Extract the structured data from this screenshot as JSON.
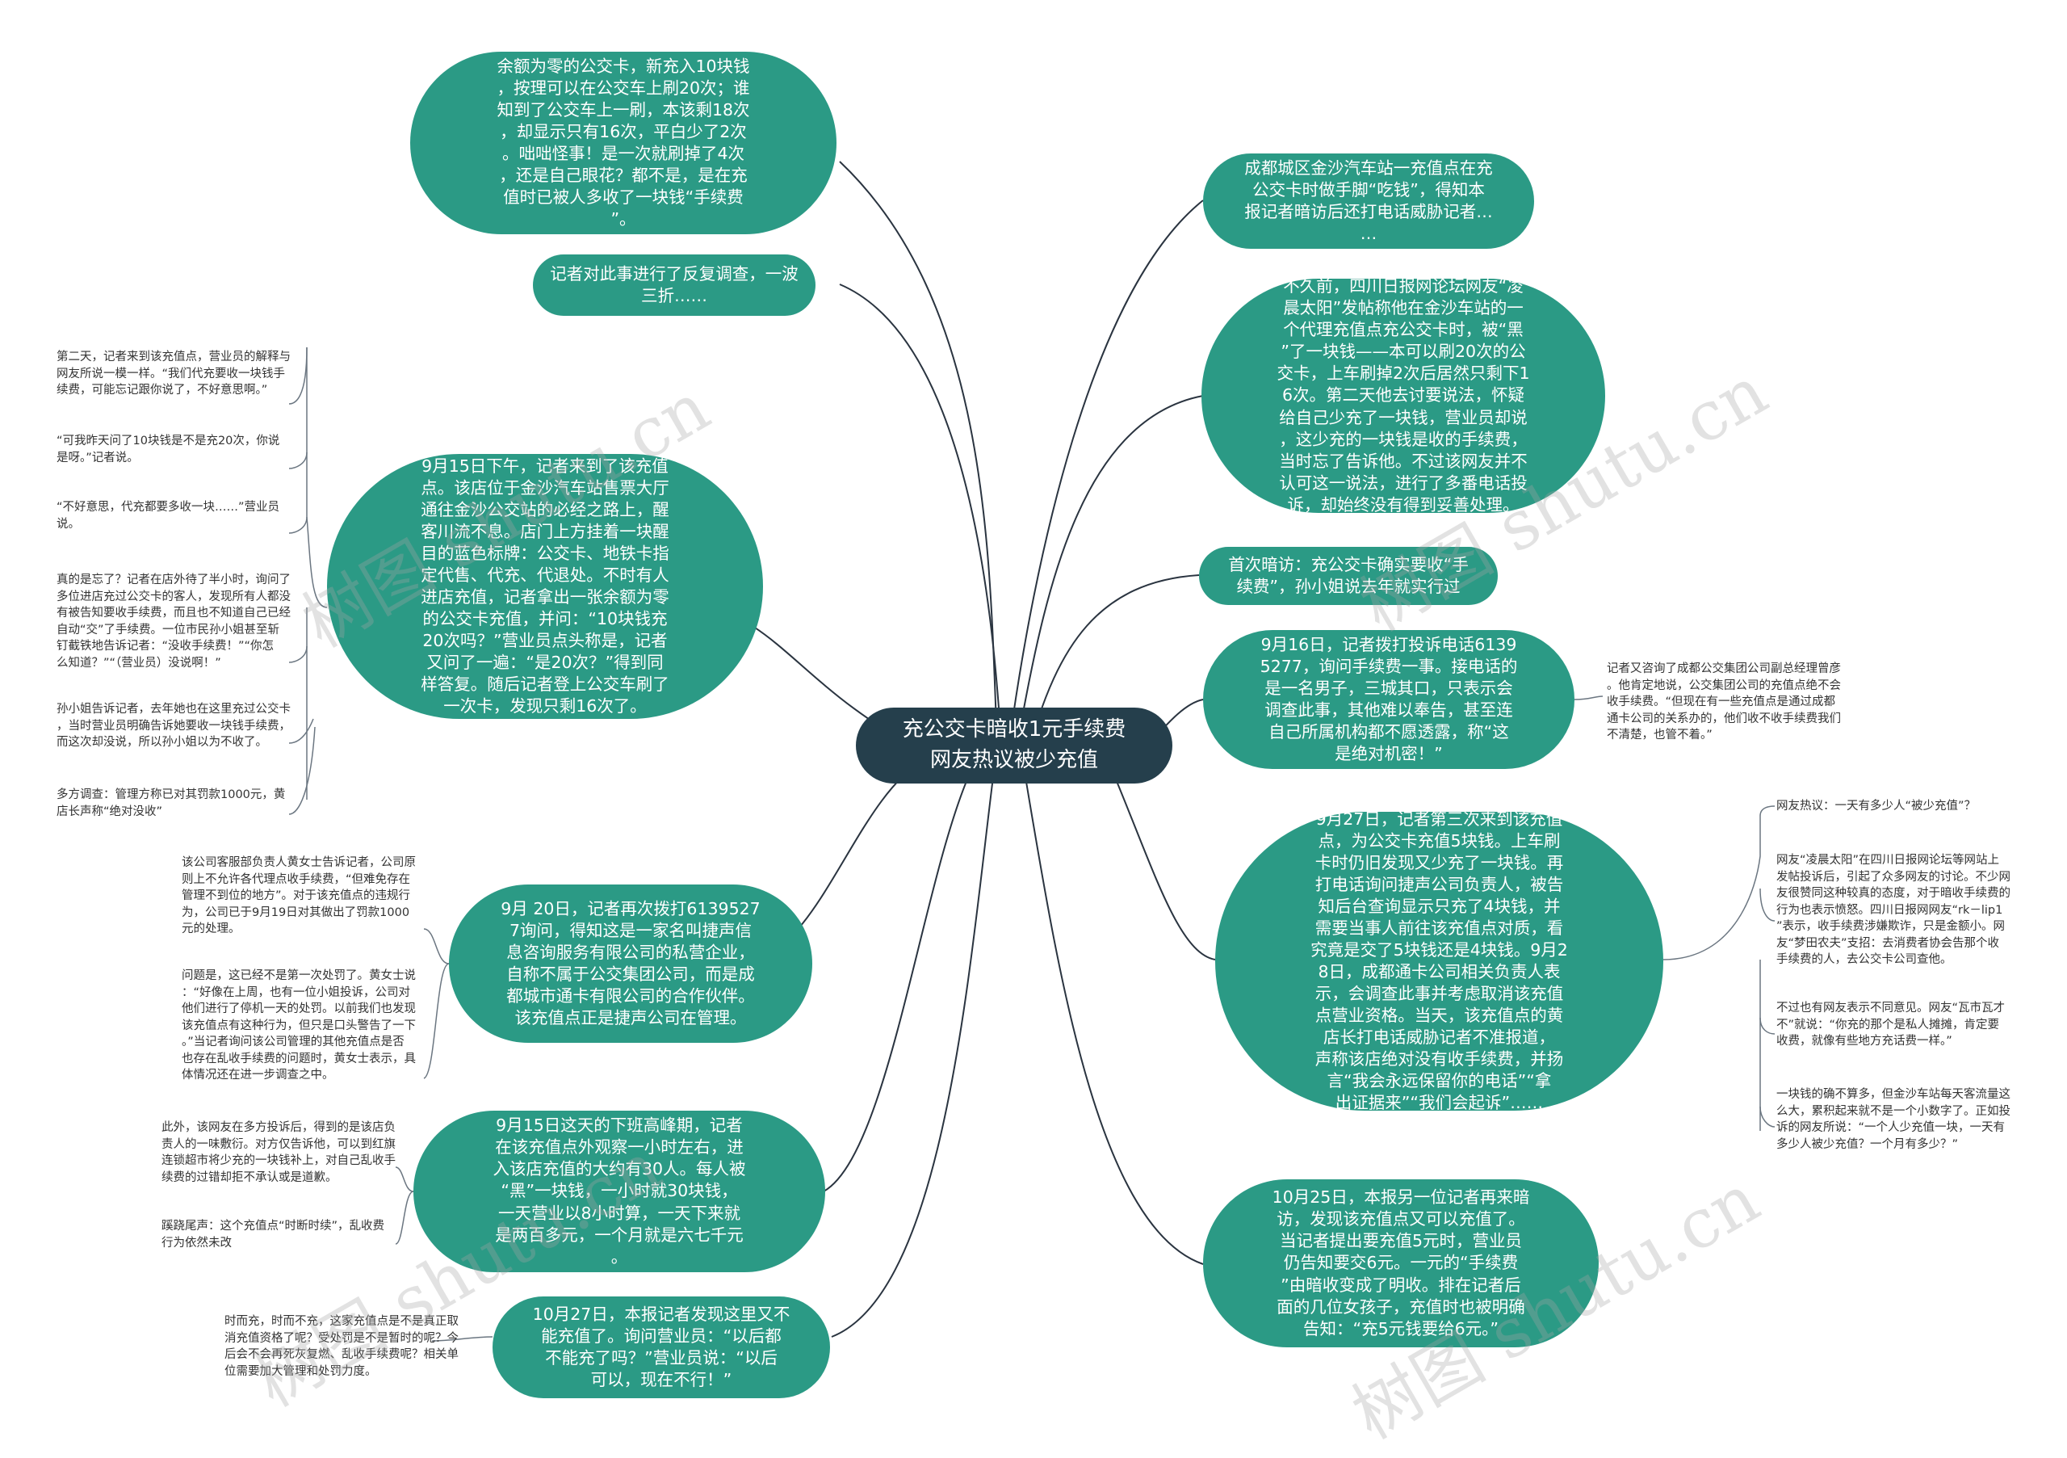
{
  "center": {
    "title": "充公交卡暗收1元手续费\n网友热议被少充值"
  },
  "watermark": "树图 shutu.cn",
  "nodes": {
    "n1": "余额为零的公交卡，新充入10块钱\n，按理可以在公交车上刷20次；谁\n知到了公交车上一刷，本该剩18次\n，却显示只有16次，平白少了2次\n。咄咄怪事！是一次就刷掉了4次\n，还是自己眼花？都不是，是在充\n值时已被人多收了一块钱“手续费\n”。",
    "n2": "记者对此事进行了反复调查，一波\n三折……",
    "n3": "9月15日下午，记者来到了该充值\n点。该店位于金沙汽车站售票大厅\n通往金沙公交站的必经之路上，醒\n客川流不息。店门上方挂着一块醒\n目的蓝色标牌：公交卡、地铁卡指\n定代售、代充、代退处。不时有人\n进店充值，记者拿出一张余额为零\n的公交卡充值，并问：“10块钱充\n20次吗？”营业员点头称是，记者\n又问了一遍：“是20次？”得到同\n样答复。随后记者登上公交车刷了\n一次卡，发现只剩16次了。",
    "n4": "9月 20日，记者再次拨打6139527\n7询问，得知这是一家名叫捷声信\n息咨询服务有限公司的私营企业，\n自称不属于公交集团公司，而是成\n都城市通卡有限公司的合作伙伴。\n该充值点正是捷声公司在管理。",
    "n5": "9月15日这天的下班高峰期，记者\n在该充值点外观察一小时左右，进\n入该店充值的大约有30人。每人被\n“黑”一块钱，一小时就30块钱，\n一天营业以8小时算，一天下来就\n是两百多元，一个月就是六七千元\n。",
    "n6": "10月27日，本报记者发现这里又不\n能充值了。询问营业员：“以后都\n不能充了吗？”营业员说：“以后\n可以，现在不行！”",
    "n7": "成都城区金沙汽车站一充值点在充\n公交卡时做手脚“吃钱”，得知本\n报记者暗访后还打电话威胁记者…\n…",
    "n8": "不久前，四川日报网论坛网友“凌\n晨太阳”发帖称他在金沙车站的一\n个代理充值点充公交卡时，被“黑\n”了一块钱——本可以刷20次的公\n交卡，上车刷掉2次后居然只剩下1\n6次。第二天他去讨要说法，怀疑\n给自己少充了一块钱，营业员却说\n，这少充的一块钱是收的手续费，\n当时忘了告诉他。不过该网友并不\n认可这一说法，进行了多番电话投\n诉，却始终没有得到妥善处理。",
    "n9": "首次暗访：充公交卡确实要收“手\n续费”，孙小姐说去年就实行过",
    "n10": "9月16日，记者拨打投诉电话6139\n5277，询问手续费一事。接电话的\n是一名男子，三城其口，只表示会\n调查此事，其他难以奉告，甚至连\n自己所属机构都不愿透露，称“这\n是绝对机密！”",
    "n11": "9月27日，记者第三次来到该充值\n点，为公交卡充值5块钱。上车刷\n卡时仍旧发现又少充了一块钱。再\n打电话询问捷声公司负责人，被告\n知后台查询显示只充了4块钱，并\n需要当事人前往该充值点对质，看\n究竟是交了5块钱还是4块钱。9月2\n8日，成都通卡公司相关负责人表\n示，会调查此事并考虑取消该充值\n点营业资格。当天，该充值点的黄\n店长打电话威胁记者不准报道，\n声称该店绝对没有收手续费，并扬\n言“我会永远保留你的电话”“拿\n出证据来”“我们会起诉”……",
    "n12": "10月25日，本报另一位记者再来暗\n访，发现该充值点又可以充值了。\n当记者提出要充值5元时，营业员\n仍告知要交6元。一元的“手续费\n”由暗收变成了明收。排在记者后\n面的几位女孩子，充值时也被明确\n告知：“充5元钱要给6元。”"
  },
  "leaves": {
    "l1": "第二天，记者来到该充值点，营业员的解释与\n网友所说一模一样。“我们代充要收一块钱手\n续费，可能忘记跟你说了，不好意思啊。”",
    "l2": "“可我昨天问了10块钱是不是充20次，你说\n是呀。”记者说。",
    "l3": "“不好意思，代充都要多收一块……”营业员\n说。",
    "l4": "真的是忘了？记者在店外待了半小时，询问了\n多位进店充过公交卡的客人，发现所有人都没\n有被告知要收手续费，而且也不知道自己已经\n自动“交”了手续费。一位市民孙小姐甚至斩\n钉截铁地告诉记者：“没收手续费！”“你怎\n么知道？”“（营业员）没说啊！”",
    "l5": "孙小姐告诉记者，去年她也在这里充过公交卡\n，当时营业员明确告诉她要收一块钱手续费，\n而这次却没说，所以孙小姐以为不收了。",
    "l6": "多方调查：管理方称已对其罚款1000元，黄\n店长声称“绝对没收”",
    "l7": "该公司客服部负责人黄女士告诉记者，公司原\n则上不允许各代理点收手续费，“但难免存在\n管理不到位的地方”。对于该充值点的违规行\n为，公司已于9月19日对其做出了罚款1000\n元的处理。",
    "l8": "问题是，这已经不是第一次处罚了。黄女士说\n：“好像在上周，也有一位小姐投诉，公司对\n他们进行了停机一天的处罚。以前我们也发现\n该充值点有这种行为，但只是口头警告了一下\n。”当记者询问该公司管理的其他充值点是否\n也存在乱收手续费的问题时，黄女士表示，具\n体情况还在进一步调查之中。",
    "l9": "此外，该网友在多方投诉后，得到的是该店负\n责人的一味敷衍。对方仅告诉他，可以到红旗\n连锁超市将少充的一块钱补上，对自己乱收手\n续费的过错却拒不承认或是道歉。",
    "l10": "蹊跷尾声：这个充值点“时断时续”，乱收费\n行为依然未改",
    "l11": "时而充，时而不充，这家充值点是不是真正取\n消充值资格了呢？受处罚是不是暂时的呢？今\n后会不会再死灰复燃、乱收手续费呢？相关单\n位需要加大管理和处罚力度。",
    "l12": "记者又咨询了成都公交集团公司副总经理曾彦\n。他肯定地说，公交集团公司的充值点绝不会\n收手续费。“但现在有一些充值点是通过成都\n通卡公司的关系办的，他们收不收手续费我们\n不清楚，也管不着。”",
    "l13": "网友热议：一天有多少人“被少充值”？",
    "l14": "网友“凌晨太阳”在四川日报网论坛等网站上\n发帖投诉后，引起了众多网友的讨论。不少网\n友很赞同这种较真的态度，对于暗收手续费的\n行为也表示愤怒。四川日报网网友“rk－lip1\n”表示，收手续费涉嫌欺诈，只是金额小。网\n友“梦田农夫”支招：去消费者协会告那个收\n手续费的人，去公交卡公司查他。",
    "l15": "不过也有网友表示不同意见。网友“瓦市瓦才\n不”就说：“你充的那个是私人摊摊，肯定要\n收费，就像有些地方充话费一样。”",
    "l16": "一块钱的确不算多，但金沙车站每天客流量这\n么大，累积起来就不是一个小数字了。正如投\n诉的网友所说：“一个人少充值一块，一天有\n多少人被少充值？一个月有多少？”"
  }
}
